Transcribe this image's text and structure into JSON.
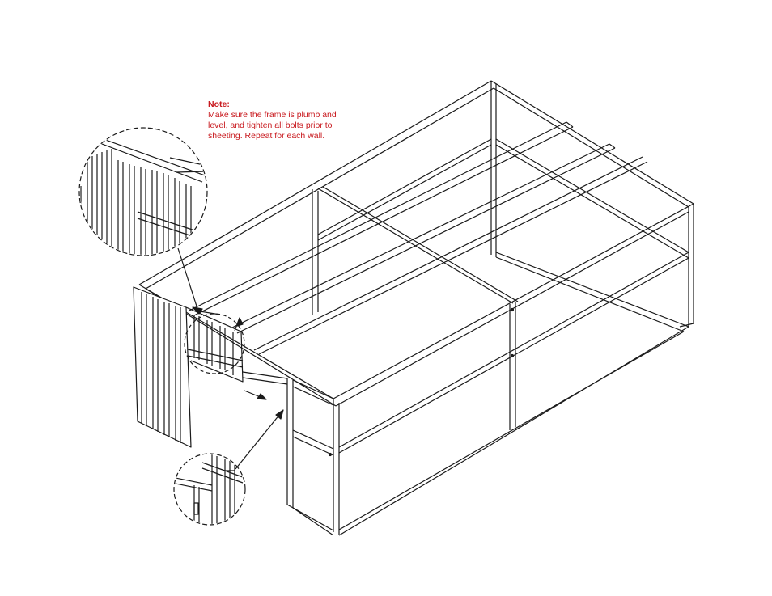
{
  "note": {
    "title": "Note:",
    "lines": [
      "Make sure the frame is plumb and",
      "level, and tighten all bolts prior to",
      "sheeting.  Repeat for each wall."
    ],
    "color": "#c8191e"
  },
  "colors": {
    "line": "#1a1a1a",
    "frame_fill": "#ffffff",
    "sheet_shade": "#d9d9d9"
  }
}
